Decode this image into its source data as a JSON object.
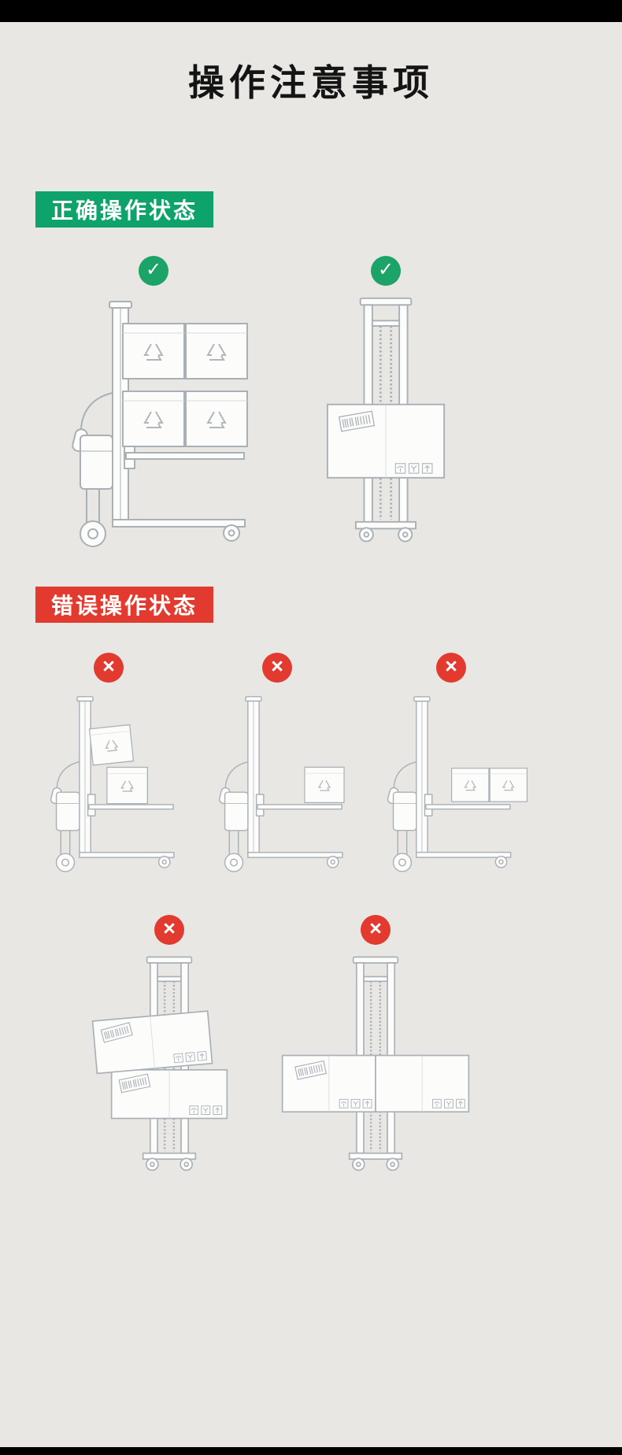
{
  "page": {
    "title": "操作注意事项",
    "background": "#e9e7e4",
    "bar_color": "#000000"
  },
  "icons": {
    "check": "✓",
    "cross": "×"
  },
  "sections": {
    "correct": {
      "label": "正确操作状态",
      "color": "#0fa36c",
      "items": [
        "side-view-four-boxes-centered-on-forks",
        "front-view-box-centered-on-forks"
      ]
    },
    "incorrect": {
      "label": "错误操作状态",
      "color": "#e23a2e",
      "items": [
        "side-view-misaligned-tilted-stack",
        "side-view-box-at-fork-tips",
        "side-view-boxes-overhanging-fork-tips",
        "front-view-offset-tilted-stack",
        "front-view-oversized-wide-load"
      ]
    }
  }
}
